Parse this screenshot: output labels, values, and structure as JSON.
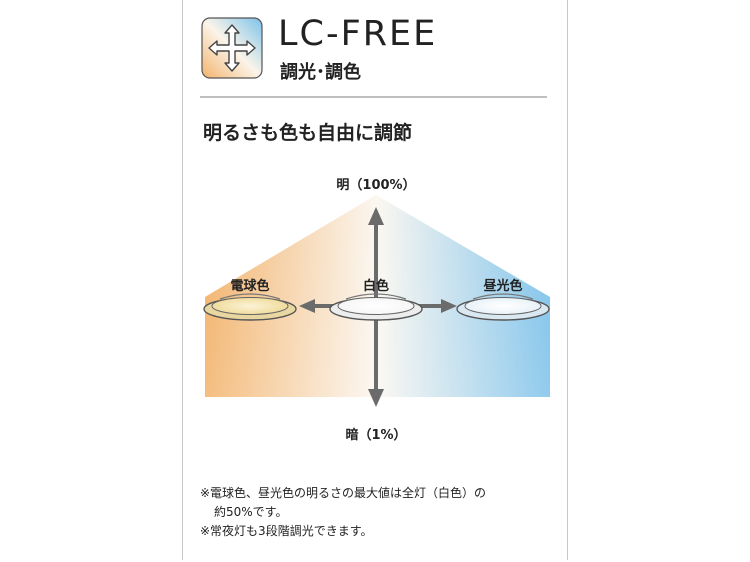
{
  "brand": {
    "title": "LC-FREE",
    "subtitle": "調光･調色"
  },
  "headline": "明るさも色も自由に調節",
  "diagram": {
    "top_label": "明（100%）",
    "bottom_label": "暗（1%）",
    "left_label": "電球色",
    "center_label": "白色",
    "right_label": "昼光色"
  },
  "notes": {
    "line1": "※電球色、昼光色の明るさの最大値は全灯（白色）の",
    "line2": "約50%です。",
    "line3": "※常夜灯も3段階調光できます。"
  },
  "colors": {
    "warm": "#f2b56e",
    "daylight": "#7fc3ea",
    "arrow": "#6b6b6b",
    "text": "#222222"
  },
  "icons": {
    "logo": "four-way-arrow-icon"
  }
}
